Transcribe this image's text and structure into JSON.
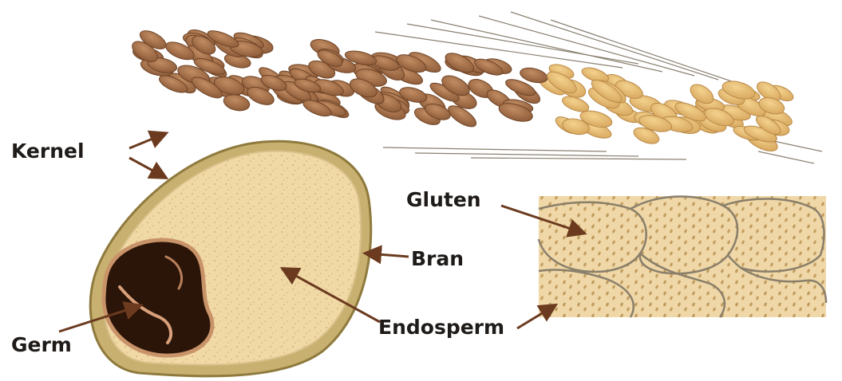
{
  "labels": {
    "kernel": "Kernel",
    "gluten": "Gluten",
    "bran": "Bran",
    "endosperm": "Endosperm",
    "germ": "Germ"
  },
  "colors": {
    "background": "#ffffff",
    "label_text": "#1e1b19",
    "arrow": "#6b3a1f",
    "endosperm_fill": "#f1d9a6",
    "bran_outline": "#b59a52",
    "germ_dark": "#2b1508",
    "wheat_dark": "#9a6a45",
    "wheat_light": "#e2b872",
    "gluten_cell_border": "#8a7f6a"
  },
  "icons": {
    "kernel": "wheat-kernel-cross-section",
    "wheat": "wheat-ear",
    "gluten": "gluten-cell-matrix"
  }
}
